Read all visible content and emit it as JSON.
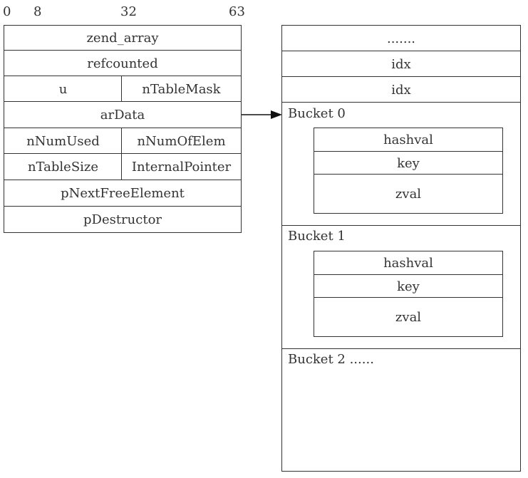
{
  "bit_scale": [
    "0",
    "8",
    "32",
    "63"
  ],
  "zend_array": {
    "title": "zend_array",
    "refcounted": "refcounted",
    "u": "u",
    "nTableMask": "nTableMask",
    "arData": "arData",
    "nNumUsed": "nNumUsed",
    "nNumOfElem": "nNumOfElem",
    "nTableSize": "nTableSize",
    "InternalPointer": "InternalPointer",
    "pNextFreeElement": "pNextFreeElement",
    "pDestructor": "pDestructor"
  },
  "hash_area": {
    "ellipsis": ".......",
    "idx_1": "idx",
    "idx_2": "idx",
    "buckets": [
      {
        "label": "Bucket 0",
        "hashval": "hashval",
        "key": "key",
        "zval": "zval"
      },
      {
        "label": "Bucket 1",
        "hashval": "hashval",
        "key": "key",
        "zval": "zval"
      },
      {
        "label": "Bucket 2 ......"
      }
    ]
  }
}
